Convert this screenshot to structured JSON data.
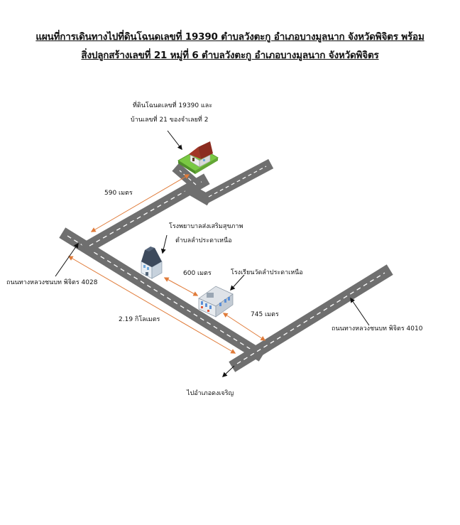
{
  "title": {
    "line1": "แผนที่การเดินทางไปที่ดินโฉนดเลขที่ 19390 ตำบลวังตะกู อำเภอบางมูลนาก จังหวัดพิจิตร พร้อม",
    "line2": "สิ่งปลูกสร้างเลขที่ 21 หมู่ที่ 6 ตำบลวังตะกู อำเภอบางมูลนาก จังหวัดพิจิตร"
  },
  "labels": {
    "land_line1": "ที่ดินโฉนดเลขที่ 19390 และ",
    "land_line2": "บ้านเลขที่ 21 ของจำเลยที่ 2",
    "dist_590": "590 เมตร",
    "hospital_line1": "โรงพยาบาลส่งเสริมสุขภาพ",
    "hospital_line2": "ตำบลลำประดาเหนือ",
    "dist_600": "600 เมตร",
    "school": "โรงเรียนวัดลำประดาเหนือ",
    "dist_745": "745 เมตร",
    "road_4028": "ถนนทางหลวงชนบท พิจิตร 4028",
    "dist_219": "2.19 กิโลเมตร",
    "road_4010": "ถนนทางหลวงชนบท พิจิตร 4010",
    "to_district": "ไปอำเภอดงเจริญ"
  },
  "colors": {
    "road": "#6f6f6f",
    "road_center": "#ffffff",
    "distance_arrow": "#e07b39",
    "pointer": "#111111",
    "grass": "#7ac943",
    "roof": "#8b2b1f"
  },
  "icons": {
    "house": "house-on-land-icon",
    "hospital": "hospital-building-icon",
    "school": "school-building-icon"
  }
}
